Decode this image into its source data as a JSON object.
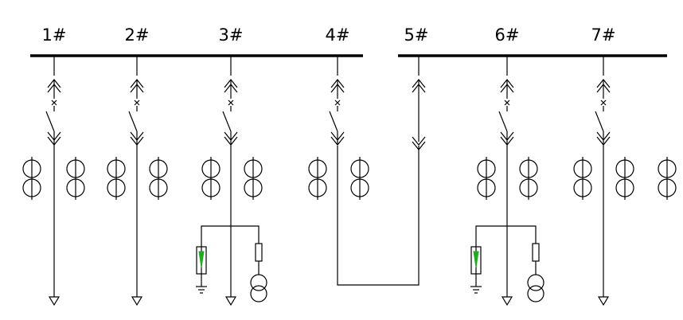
{
  "diagram": {
    "bus_labels": [
      "1#",
      "2#",
      "3#",
      "4#",
      "5#",
      "6#",
      "7#"
    ],
    "colors": {
      "line": "#000000",
      "arrester_fill": "#22aa22",
      "background": "#ffffff"
    }
  }
}
